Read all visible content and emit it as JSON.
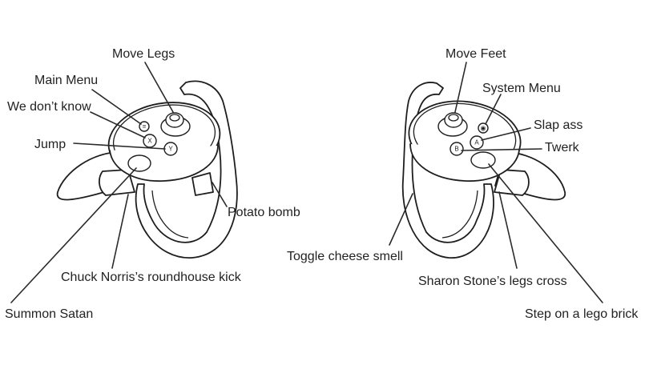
{
  "left_controller": {
    "labels": {
      "move_legs": "Move Legs",
      "main_menu": "Main Menu",
      "we_dont_know": "We don’t know",
      "jump": "Jump",
      "potato_bomb": "Potato bomb",
      "chuck_norris": "Chuck Norris’s roundhouse kick",
      "summon_satan": "Summon Satan"
    },
    "buttons": {
      "x": "X",
      "y": "Y"
    }
  },
  "right_controller": {
    "labels": {
      "move_feet": "Move Feet",
      "system_menu": "System Menu",
      "slap_ass": "Slap ass",
      "twerk": "Twerk",
      "toggle_cheese": "Toggle cheese smell",
      "sharon_stone": "Sharon Stone’s legs cross",
      "lego_brick": "Step on a lego brick"
    },
    "buttons": {
      "a": "A",
      "b": "B"
    }
  }
}
